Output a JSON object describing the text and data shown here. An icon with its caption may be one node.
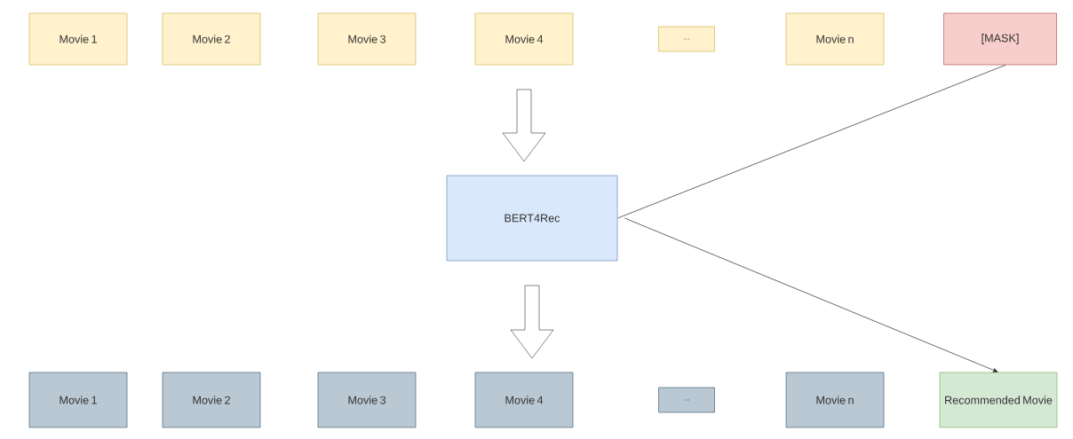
{
  "diagram": {
    "nodes": [
      {
        "text": [
          "Movie 1"
        ]
      },
      {
        "text": [
          "Movie 2"
        ]
      },
      {
        "text": [
          "Movie 3"
        ]
      },
      {
        "text": [
          "Movie 4"
        ]
      },
      {
        "text": [
          "..."
        ]
      },
      {
        "text": [
          "Movie n"
        ]
      },
      {
        "text": [
          "[MASK]"
        ]
      },
      {
        "text": [
          "BERT4Rec"
        ]
      },
      {
        "text": [
          "Movie 1"
        ]
      },
      {
        "text": [
          "Movie 2"
        ]
      },
      {
        "text": [
          "Movie 3"
        ]
      },
      {
        "text": [
          "Movie 4"
        ]
      },
      {
        "text": [
          "..."
        ]
      },
      {
        "text": [
          "Movie n"
        ]
      },
      {
        "text": [
          "Recommended Movie"
        ]
      }
    ],
    "edges": [
      {
        "from": 3,
        "to": 7,
        "arrow": "to",
        "style": "thick"
      },
      {
        "from": 7,
        "to": 11,
        "arrow": "to",
        "style": "thick"
      },
      {
        "from": 6,
        "to": 7,
        "arrow": "none"
      },
      {
        "from": 7,
        "to": 14,
        "arrow": "to"
      }
    ]
  }
}
